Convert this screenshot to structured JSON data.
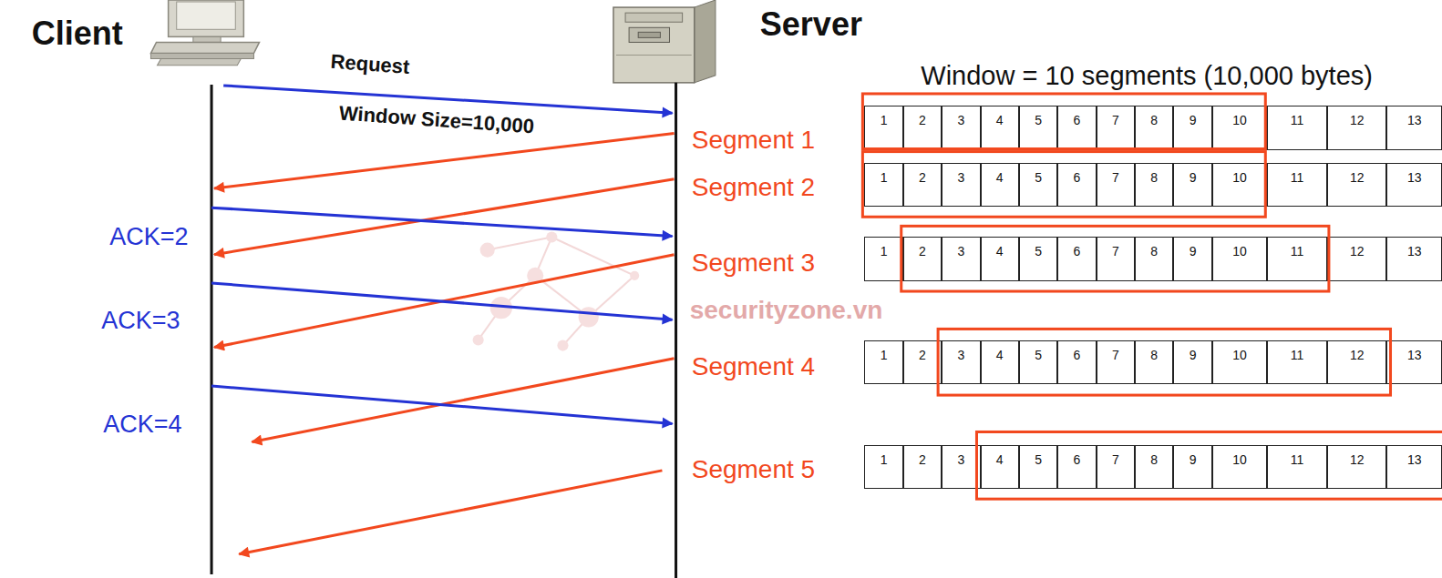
{
  "diagram": {
    "nodes": [
      {
        "text": [
          "1"
        ]
      },
      {
        "text": [
          "2"
        ]
      },
      {
        "text": [
          "3"
        ]
      },
      {
        "text": [
          "4"
        ]
      },
      {
        "text": [
          "5"
        ]
      },
      {
        "text": [
          "6"
        ]
      },
      {
        "text": [
          "7"
        ]
      },
      {
        "text": [
          "8"
        ]
      },
      {
        "text": [
          "9"
        ]
      },
      {
        "text": [
          "10"
        ]
      },
      {
        "text": [
          "11"
        ]
      },
      {
        "text": [
          "12"
        ]
      },
      {
        "text": [
          "13"
        ]
      },
      {
        "text": [
          "1"
        ]
      },
      {
        "text": [
          "2"
        ]
      },
      {
        "text": [
          "3"
        ]
      },
      {
        "text": [
          "4"
        ]
      },
      {
        "text": [
          "5"
        ]
      },
      {
        "text": [
          "6"
        ]
      },
      {
        "text": [
          "7"
        ]
      },
      {
        "text": [
          "8"
        ]
      },
      {
        "text": [
          "9"
        ]
      },
      {
        "text": [
          "10"
        ]
      },
      {
        "text": [
          "11"
        ]
      },
      {
        "text": [
          "12"
        ]
      },
      {
        "text": [
          "13"
        ]
      },
      {
        "text": [
          "1"
        ]
      },
      {
        "text": [
          "2"
        ]
      },
      {
        "text": [
          "3"
        ]
      },
      {
        "text": [
          "4"
        ]
      },
      {
        "text": [
          "5"
        ]
      },
      {
        "text": [
          "6"
        ]
      },
      {
        "text": [
          "7"
        ]
      },
      {
        "text": [
          "8"
        ]
      },
      {
        "text": [
          "9"
        ]
      },
      {
        "text": [
          "10"
        ]
      },
      {
        "text": [
          "11"
        ]
      },
      {
        "text": [
          "12"
        ]
      },
      {
        "text": [
          "13"
        ]
      },
      {
        "text": [
          "1"
        ]
      },
      {
        "text": [
          "2"
        ]
      },
      {
        "text": [
          "3"
        ]
      },
      {
        "text": [
          "4"
        ]
      },
      {
        "text": [
          "5"
        ]
      },
      {
        "text": [
          "6"
        ]
      },
      {
        "text": [
          "7"
        ]
      },
      {
        "text": [
          "8"
        ]
      },
      {
        "text": [
          "9"
        ]
      },
      {
        "text": [
          "10"
        ]
      },
      {
        "text": [
          "11"
        ]
      },
      {
        "text": [
          "12"
        ]
      },
      {
        "text": [
          "13"
        ]
      },
      {
        "text": [
          "1"
        ]
      },
      {
        "text": [
          "2"
        ]
      },
      {
        "text": [
          "3"
        ]
      },
      {
        "text": [
          "4"
        ]
      },
      {
        "text": [
          "5"
        ]
      },
      {
        "text": [
          "6"
        ]
      },
      {
        "text": [
          "7"
        ]
      },
      {
        "text": [
          "8"
        ]
      },
      {
        "text": [
          "9"
        ]
      },
      {
        "text": [
          "10"
        ]
      },
      {
        "text": [
          "11"
        ]
      },
      {
        "text": [
          "12"
        ]
      },
      {
        "text": [
          "13"
        ]
      }
    ],
    "labels": [
      "Client",
      "Server",
      "Request",
      "Window = 10 segments (10,000 bytes)",
      "Window Size=10,000",
      "Segment 1",
      "Segment 2",
      "ACK=2",
      "Segment 3",
      "ACK=3",
      "Segment 4",
      "ACK=4",
      "Segment 5",
      "securityzone.vn"
    ]
  }
}
